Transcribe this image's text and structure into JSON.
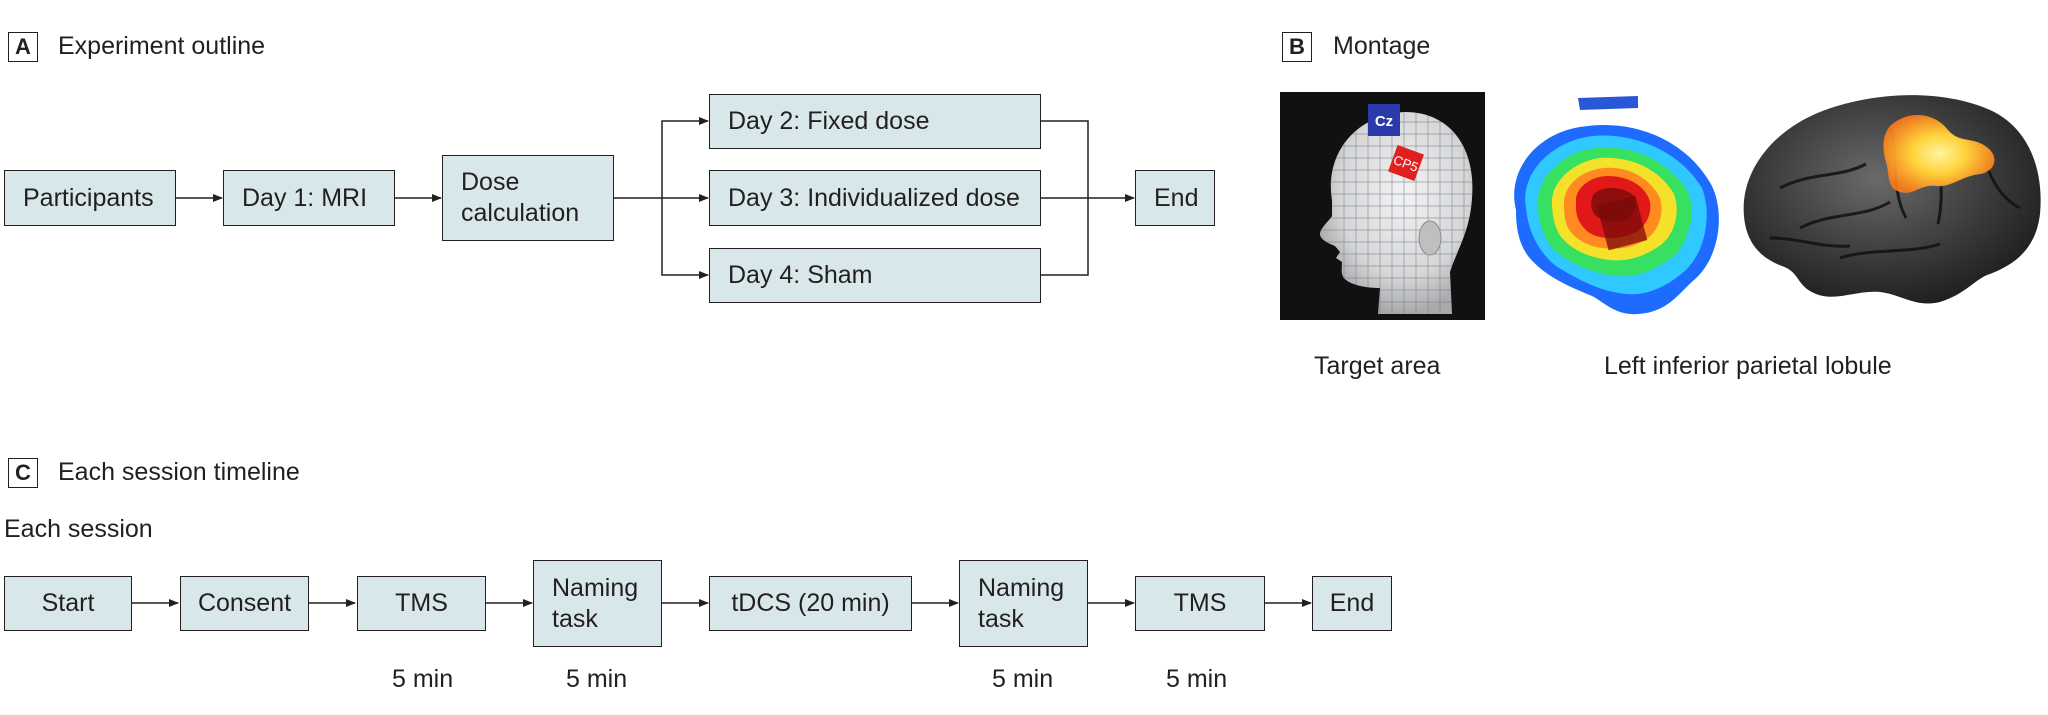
{
  "panel_a": {
    "letter": "A",
    "title": "Experiment outline",
    "participants": "Participants",
    "day1": "Day 1: MRI",
    "dose_line1": "Dose",
    "dose_line2": "calculation",
    "day2": "Day 2: Fixed dose",
    "day3": "Day 3: Individualized dose",
    "day4": "Day 4: Sham",
    "end": "End"
  },
  "panel_b": {
    "letter": "B",
    "title": "Montage",
    "cz_label": "Cz",
    "cp5_label": "CP5",
    "caption_target": "Target area",
    "caption_lobule": "Left inferior parietal lobule"
  },
  "panel_c": {
    "letter": "C",
    "title": "Each session timeline",
    "subtitle": "Each session",
    "steps": {
      "start": "Start",
      "consent": "Consent",
      "tms1": "TMS",
      "naming1_line1": "Naming",
      "naming1_line2": "task",
      "tdcs": "tDCS (20 min)",
      "naming2_line1": "Naming",
      "naming2_line2": "task",
      "tms2": "TMS",
      "end": "End"
    },
    "durations": {
      "tms1": "5 min",
      "naming1": "5 min",
      "naming2": "5 min",
      "tms2": "5 min"
    }
  },
  "colors": {
    "box_fill": "#d8e8ea",
    "line": "#231f20",
    "cz_fill": "#2b3aa8",
    "cp5_fill": "#e02020"
  }
}
